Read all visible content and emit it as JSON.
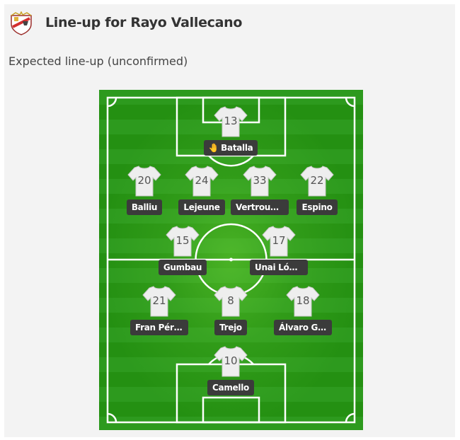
{
  "header": {
    "title": "Line-up for Rayo Vallecano",
    "crest_icon": "rayo-vallecano-crest-icon"
  },
  "subtitle": "Expected line-up (unconfirmed)",
  "colors": {
    "pitch_light": "#2d9a1e",
    "pitch_dark": "#249012",
    "name_tag": "#3b3b3b",
    "shirt": "#eeeeee"
  },
  "players": [
    {
      "number": "13",
      "name": "Batalla",
      "role": "goalkeeper",
      "icon": "goalkeeper-glove-icon"
    },
    {
      "number": "20",
      "name": "Balliu"
    },
    {
      "number": "24",
      "name": "Lejeune"
    },
    {
      "number": "33",
      "name": "Vertrouwd"
    },
    {
      "number": "22",
      "name": "Espino"
    },
    {
      "number": "15",
      "name": "Gumbau"
    },
    {
      "number": "17",
      "name": "Unai López"
    },
    {
      "number": "21",
      "name": "Fran Pérez"
    },
    {
      "number": "8",
      "name": "Trejo"
    },
    {
      "number": "18",
      "name": "Álvaro Ga..."
    },
    {
      "number": "10",
      "name": "Camello"
    }
  ]
}
